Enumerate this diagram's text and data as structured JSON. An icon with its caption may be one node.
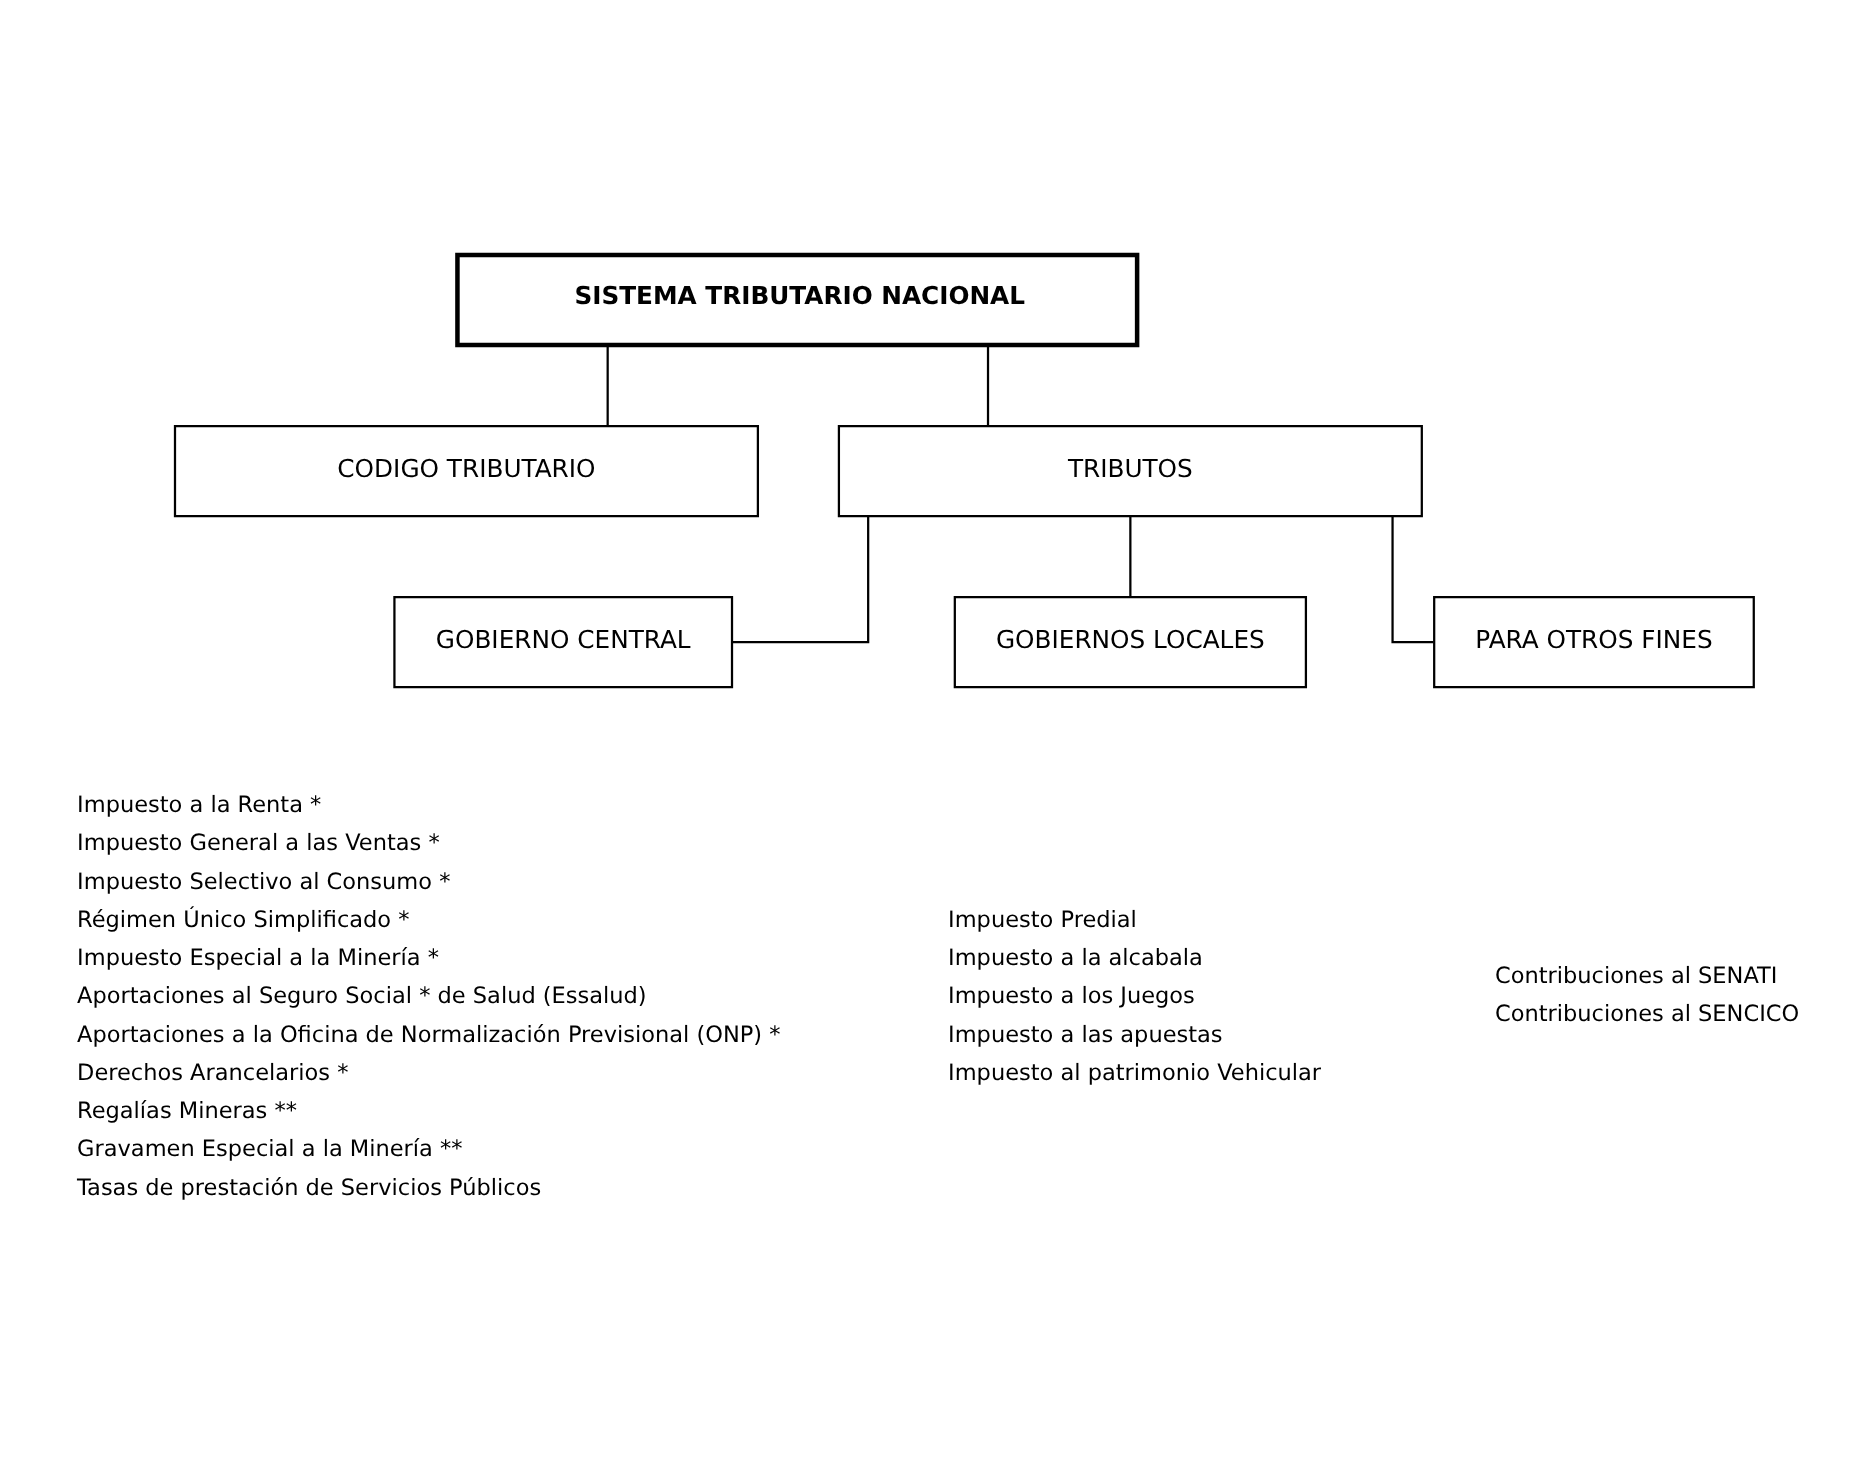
{
  "diagram": {
    "nodes": [
      {
        "text": [
          "SISTEMA TRIBUTARIO NACIONAL"
        ]
      },
      {
        "text": [
          "CODIGO TRIBUTARIO"
        ]
      },
      {
        "text": [
          "TRIBUTOS"
        ]
      },
      {
        "text": [
          "GOBIERNO CENTRAL"
        ],
        "beside": [
          "Impuesto a la Renta *",
          "Impuesto General a las Ventas *",
          "Impuesto Selectivo al Consumo *",
          "Régimen Único Simplificado *",
          "Impuesto Especial a la Minería *",
          "Aportaciones al Seguro Social * de Salud (Essalud)",
          "Aportaciones a la Oficina de Normalización Previsional (ONP) *",
          "Derechos Arancelarios *",
          "Regalías Mineras **",
          "Gravamen Especial a la Minería **",
          "Tasas de prestación de Servicios Públicos"
        ]
      },
      {
        "text": [
          "GOBIERNOS LOCALES"
        ],
        "beside": [
          "Impuesto Predial",
          "Impuesto a la alcabala",
          "Impuesto a los Juegos",
          "Impuesto a las apuestas",
          "Impuesto al patrimonio Vehicular"
        ]
      },
      {
        "text": [
          "PARA OTROS FINES"
        ],
        "beside": [
          "Contribuciones al SENATI",
          "Contribuciones al SENCICO"
        ]
      }
    ],
    "edges": [
      {
        "from": 0,
        "to": 1,
        "arrow": "none"
      },
      {
        "from": 0,
        "to": 2,
        "arrow": "none"
      },
      {
        "from": 2,
        "to": 3,
        "arrow": "none"
      },
      {
        "from": 2,
        "to": 4,
        "arrow": "none"
      },
      {
        "from": 2,
        "to": 5,
        "arrow": "none"
      }
    ]
  }
}
